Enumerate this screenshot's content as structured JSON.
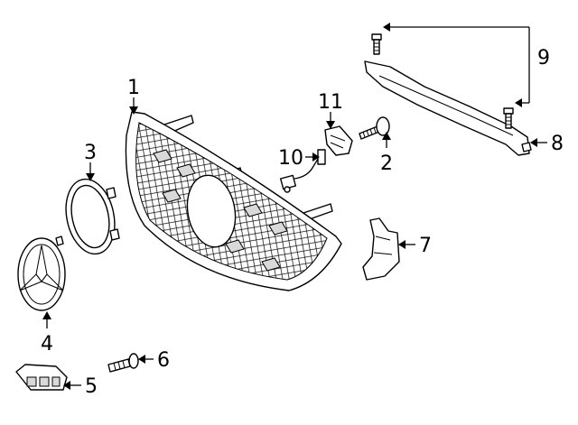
{
  "callouts": {
    "c1": "1",
    "c2": "2",
    "c3": "3",
    "c4": "4",
    "c5": "5",
    "c6": "6",
    "c7": "7",
    "c8": "8",
    "c9": "9",
    "c10": "10",
    "c11": "11"
  },
  "parts": {
    "grille": "grille-assembly",
    "bolt": "bolt",
    "bezel": "emblem-bezel-ring",
    "emblem": "star-emblem",
    "camera": "camera-module",
    "screw": "screw",
    "bracket": "bracket",
    "support": "upper-support-bar",
    "bolts_pair": "bolts",
    "harness": "wire-harness",
    "sensor": "sensor"
  },
  "colors": {
    "line": "#000000",
    "background": "#ffffff"
  }
}
